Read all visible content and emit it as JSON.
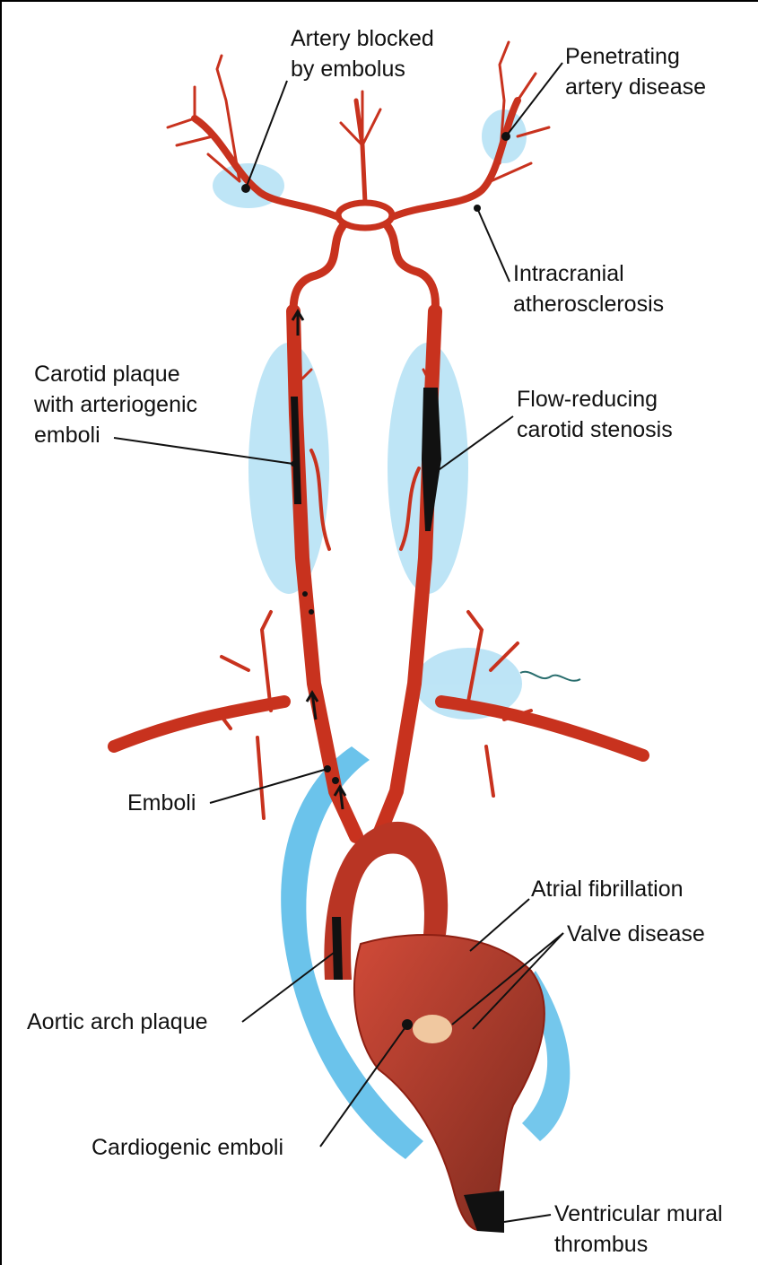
{
  "labels": {
    "artery_blocked": [
      "Artery blocked",
      "by embolus"
    ],
    "penetrating": [
      "Penetrating",
      "artery disease"
    ],
    "intracranial": [
      "Intracranial",
      "atherosclerosis"
    ],
    "carotid_plaque": [
      "Carotid plaque",
      "with arteriogenic",
      "emboli"
    ],
    "flow_reducing": [
      "Flow-reducing",
      "carotid stenosis"
    ],
    "emboli": [
      "Emboli"
    ],
    "atrial_fib": [
      "Atrial fibrillation"
    ],
    "valve_disease": [
      "Valve disease"
    ],
    "aortic_arch": [
      "Aortic arch plaque"
    ],
    "cardiogenic": [
      "Cardiogenic emboli"
    ],
    "ventricular": [
      "Ventricular mural",
      "thrombus"
    ]
  },
  "colors": {
    "artery": "#c8321e",
    "artery_dark": "#8e1f12",
    "shadow_blue": "#46b4e6",
    "leader": "#111111",
    "thrombus": "#111111"
  }
}
